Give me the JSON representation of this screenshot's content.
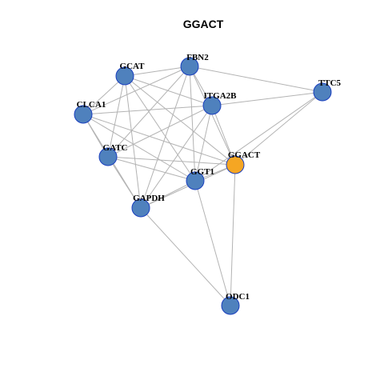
{
  "title": "GGACT",
  "colors": {
    "node_default": "#4f81bd",
    "node_highlight": "#f5a623",
    "node_border": "#1a3fbf",
    "edge": "#b3b3b3"
  },
  "nodes": [
    {
      "id": "FBN2",
      "label": "FBN2",
      "highlight": false
    },
    {
      "id": "GCAT",
      "label": "GCAT",
      "highlight": false
    },
    {
      "id": "TTC5",
      "label": "TTC5",
      "highlight": false
    },
    {
      "id": "ITGA2B",
      "label": "ITGA2B",
      "highlight": false
    },
    {
      "id": "CLCA1",
      "label": "CLCA1",
      "highlight": false
    },
    {
      "id": "GATC",
      "label": "GATC",
      "highlight": false
    },
    {
      "id": "GGACT",
      "label": "GGACT",
      "highlight": true
    },
    {
      "id": "GGT1",
      "label": "GGT1",
      "highlight": false
    },
    {
      "id": "GAPDH",
      "label": "GAPDH",
      "highlight": false
    },
    {
      "id": "ODC1",
      "label": "ODC1",
      "highlight": false
    }
  ],
  "edges": [
    [
      "GCAT",
      "FBN2"
    ],
    [
      "GCAT",
      "ITGA2B"
    ],
    [
      "GCAT",
      "GGT1"
    ],
    [
      "GCAT",
      "GAPDH"
    ],
    [
      "GCAT",
      "GGACT"
    ],
    [
      "GCAT",
      "CLCA1"
    ],
    [
      "GCAT",
      "GATC"
    ],
    [
      "FBN2",
      "TTC5"
    ],
    [
      "FBN2",
      "ITGA2B"
    ],
    [
      "FBN2",
      "GGACT"
    ],
    [
      "FBN2",
      "GGT1"
    ],
    [
      "FBN2",
      "GAPDH"
    ],
    [
      "FBN2",
      "CLCA1"
    ],
    [
      "FBN2",
      "GATC"
    ],
    [
      "ITGA2B",
      "TTC5"
    ],
    [
      "ITGA2B",
      "CLCA1"
    ],
    [
      "ITGA2B",
      "GATC"
    ],
    [
      "ITGA2B",
      "GGT1"
    ],
    [
      "ITGA2B",
      "GGACT"
    ],
    [
      "ITGA2B",
      "GAPDH"
    ],
    [
      "TTC5",
      "GGACT"
    ],
    [
      "TTC5",
      "GGT1"
    ],
    [
      "CLCA1",
      "GATC"
    ],
    [
      "CLCA1",
      "GGT1"
    ],
    [
      "CLCA1",
      "GAPDH"
    ],
    [
      "CLCA1",
      "GGACT"
    ],
    [
      "GATC",
      "GGT1"
    ],
    [
      "GATC",
      "GAPDH"
    ],
    [
      "GATC",
      "GGACT"
    ],
    [
      "GGT1",
      "GAPDH"
    ],
    [
      "GGT1",
      "ODC1"
    ],
    [
      "GGT1",
      "GGACT"
    ],
    [
      "GAPDH",
      "GGACT"
    ],
    [
      "GAPDH",
      "ODC1"
    ],
    [
      "GGACT",
      "ODC1"
    ]
  ]
}
